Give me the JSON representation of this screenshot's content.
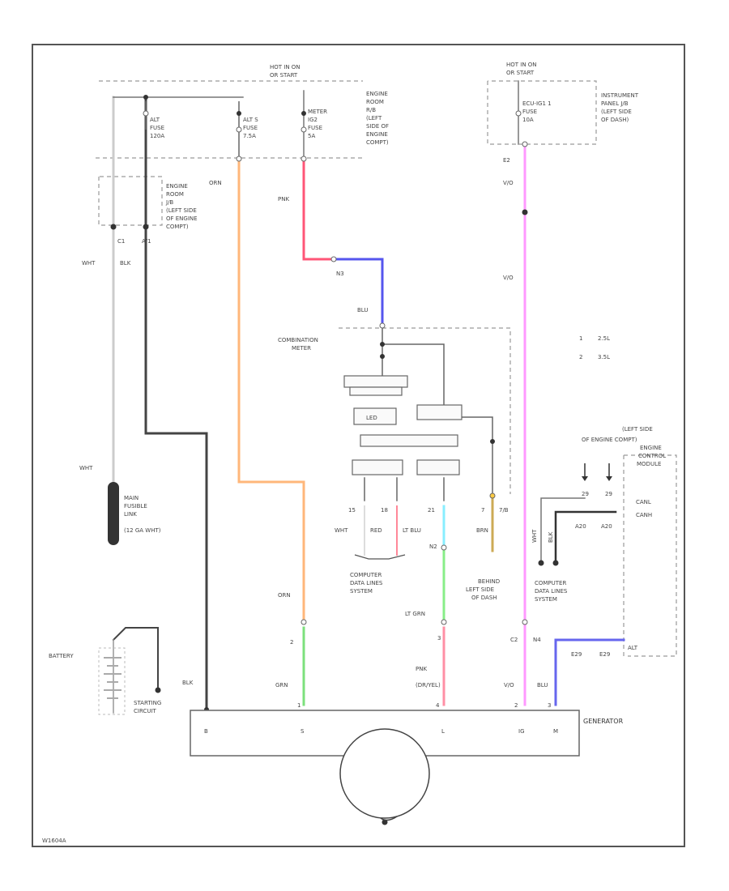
{
  "circuit_labels": {
    "hot_in_on_left": "HOT IN ON",
    "or_start_left": "OR START",
    "hot_in_on_right": "HOT IN ON",
    "or_start_right": "OR START"
  },
  "fuses": {
    "alt": [
      "ALT",
      "FUSE",
      "120A"
    ],
    "alt_s": [
      "ALT S",
      "FUSE",
      "7.5A"
    ],
    "meter": [
      "METER",
      "IG2",
      "FUSE",
      "5A"
    ],
    "ecu_ig1": [
      "ECU-IG1 1",
      "FUSE",
      "10A"
    ]
  },
  "locations": {
    "engine_room_rb": [
      "ENGINE",
      "ROOM",
      "R/B",
      "(LEFT",
      "SIDE OF",
      "ENGINE",
      "COMPT)"
    ],
    "engine_room_jb": [
      "ENGINE",
      "ROOM",
      "J/B",
      "(LEFT SIDE",
      "OF ENGINE",
      "COMPT)"
    ],
    "instrument_panel_jb": [
      "INSTRUMENT",
      "PANEL J/B",
      "(LEFT SIDE",
      "OF DASH)"
    ],
    "ecm_location": [
      "(LEFT SIDE",
      "OF ENGINE COMPT)"
    ]
  },
  "wire_colors": {
    "wht": "WHT",
    "blk": "BLK",
    "orn": "ORN",
    "pnk": "PNK",
    "blu": "BLU",
    "red": "RED",
    "lt_blu": "LT BLU",
    "brn": "BRN",
    "lt_grn": "LT GRN",
    "grn": "GRN",
    "pnk_dr": [
      "PNK",
      "(DR/YEL)"
    ],
    "vio": "V/O",
    "wht2": "WHT",
    "blk2": "BLK"
  },
  "connectors": {
    "c1": "C1",
    "c2": "C2",
    "a1": "A/1",
    "n3": "N3",
    "n2": "N2",
    "n4": "N4",
    "e2": "E2"
  },
  "combination_meter": {
    "title": [
      "COMBINATION",
      "METER"
    ],
    "led": "LED"
  },
  "pins": [
    "15",
    "18",
    "21",
    "7",
    "7/B"
  ],
  "legend": [
    {
      "num": "1",
      "text": "2.5L"
    },
    {
      "num": "2",
      "text": "3.5L"
    }
  ],
  "fusible_link": [
    "MAIN",
    "FUSIBLE",
    "LINK",
    "(12 GA WHT)"
  ],
  "battery": "BATTERY",
  "starting_circuit": [
    "STARTING",
    "CIRCUIT"
  ],
  "computer_data_lines_1": [
    "COMPUTER",
    "DATA LINES",
    "SYSTEM"
  ],
  "computer_data_lines_2": [
    "COMPUTER",
    "DATA LINES",
    "SYSTEM"
  ],
  "behind_note": [
    "BEHIND",
    "LEFT SIDE",
    "OF DASH"
  ],
  "ecm": {
    "title": [
      "ENGINE",
      "CONTROL",
      "MODULE"
    ],
    "pins_top": [
      "29",
      "29"
    ],
    "pins_mid": [
      "A20",
      "A20"
    ],
    "pins_bot": [
      "E29",
      "E29"
    ],
    "canl": "CANL",
    "canh": "CANH",
    "alt": "ALT"
  },
  "generator": {
    "label": "GENERATOR",
    "terminals": [
      "B",
      "S",
      "L",
      "IG",
      "M"
    ],
    "pin_numbers": [
      "1",
      "4",
      "2",
      "3"
    ]
  },
  "wire_numbers": {
    "orn_bottom": "ORN",
    "num_2": "2",
    "num_3": "3"
  },
  "footer_code": "W1604A"
}
